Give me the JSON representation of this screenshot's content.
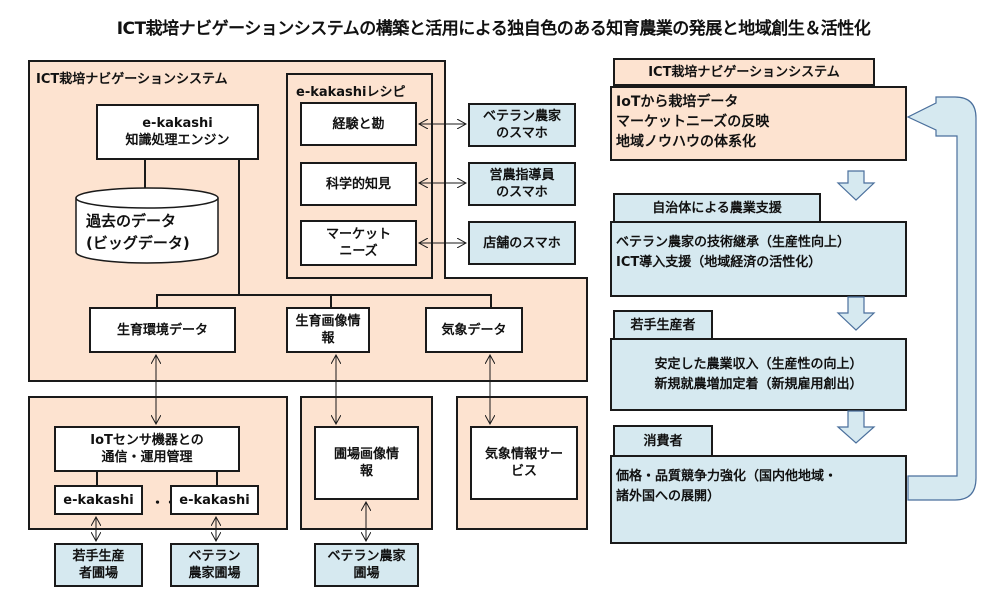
{
  "title": "ICT栽培ナビゲーションシステムの構築と活用による独自色のある知育農業の発展と地域創生＆活性化",
  "colors": {
    "peach": "#fde3d0",
    "light_blue": "#d6e9f0",
    "border": "#1a1a1a",
    "arrow_outline": "#4a6f9c"
  },
  "system_panel": {
    "label": "ICT栽培ナビゲーションシステム",
    "engine": "e-kakashi\n知識処理エンジン",
    "database": "過去のデータ\n(ビッグデータ)",
    "recipe": {
      "label": "e-kakashiレシピ",
      "items": [
        {
          "label": "経験と勘",
          "target": "ベテラン農家\nのスマホ"
        },
        {
          "label": "科学的知見",
          "target": "営農指導員\nのスマホ"
        },
        {
          "label": "マーケット\nニーズ",
          "target": "店舗のスマホ"
        }
      ]
    },
    "data_boxes": [
      "生育環境データ",
      "生育画像情\n報",
      "気象データ"
    ]
  },
  "lower_panels": {
    "iot": {
      "label": "IoTセンサ機器との\n通信・運用管理",
      "devices": [
        "e-kakashi",
        "e-kakashi"
      ],
      "dots": "・・",
      "fields": [
        "若手生産\n者圃場",
        "ベテラン\n農家圃場"
      ]
    },
    "image": {
      "label": "圃場画像情\n報",
      "field": "ベテラン農家\n圃場"
    },
    "weather": {
      "label": "気象情報サー\nビス"
    }
  },
  "flow": [
    {
      "tab": "ICT栽培ナビゲーションシステム",
      "body": "IoTから栽培データ\nマーケットニーズの反映\n地域ノウハウの体系化"
    },
    {
      "tab": "自治体による農業支援",
      "body": "ベテラン農家の技術継承（生産性向上）\nICT導入支援（地域経済の活性化）"
    },
    {
      "tab": "若手生産者",
      "body": "安定した農業収入（生産性の向上）\n新規就農増加定着（新規雇用創出）"
    },
    {
      "tab": "消費者",
      "body": "価格・品質競争力強化（国内他地域・\n諸外国への展開）"
    }
  ]
}
